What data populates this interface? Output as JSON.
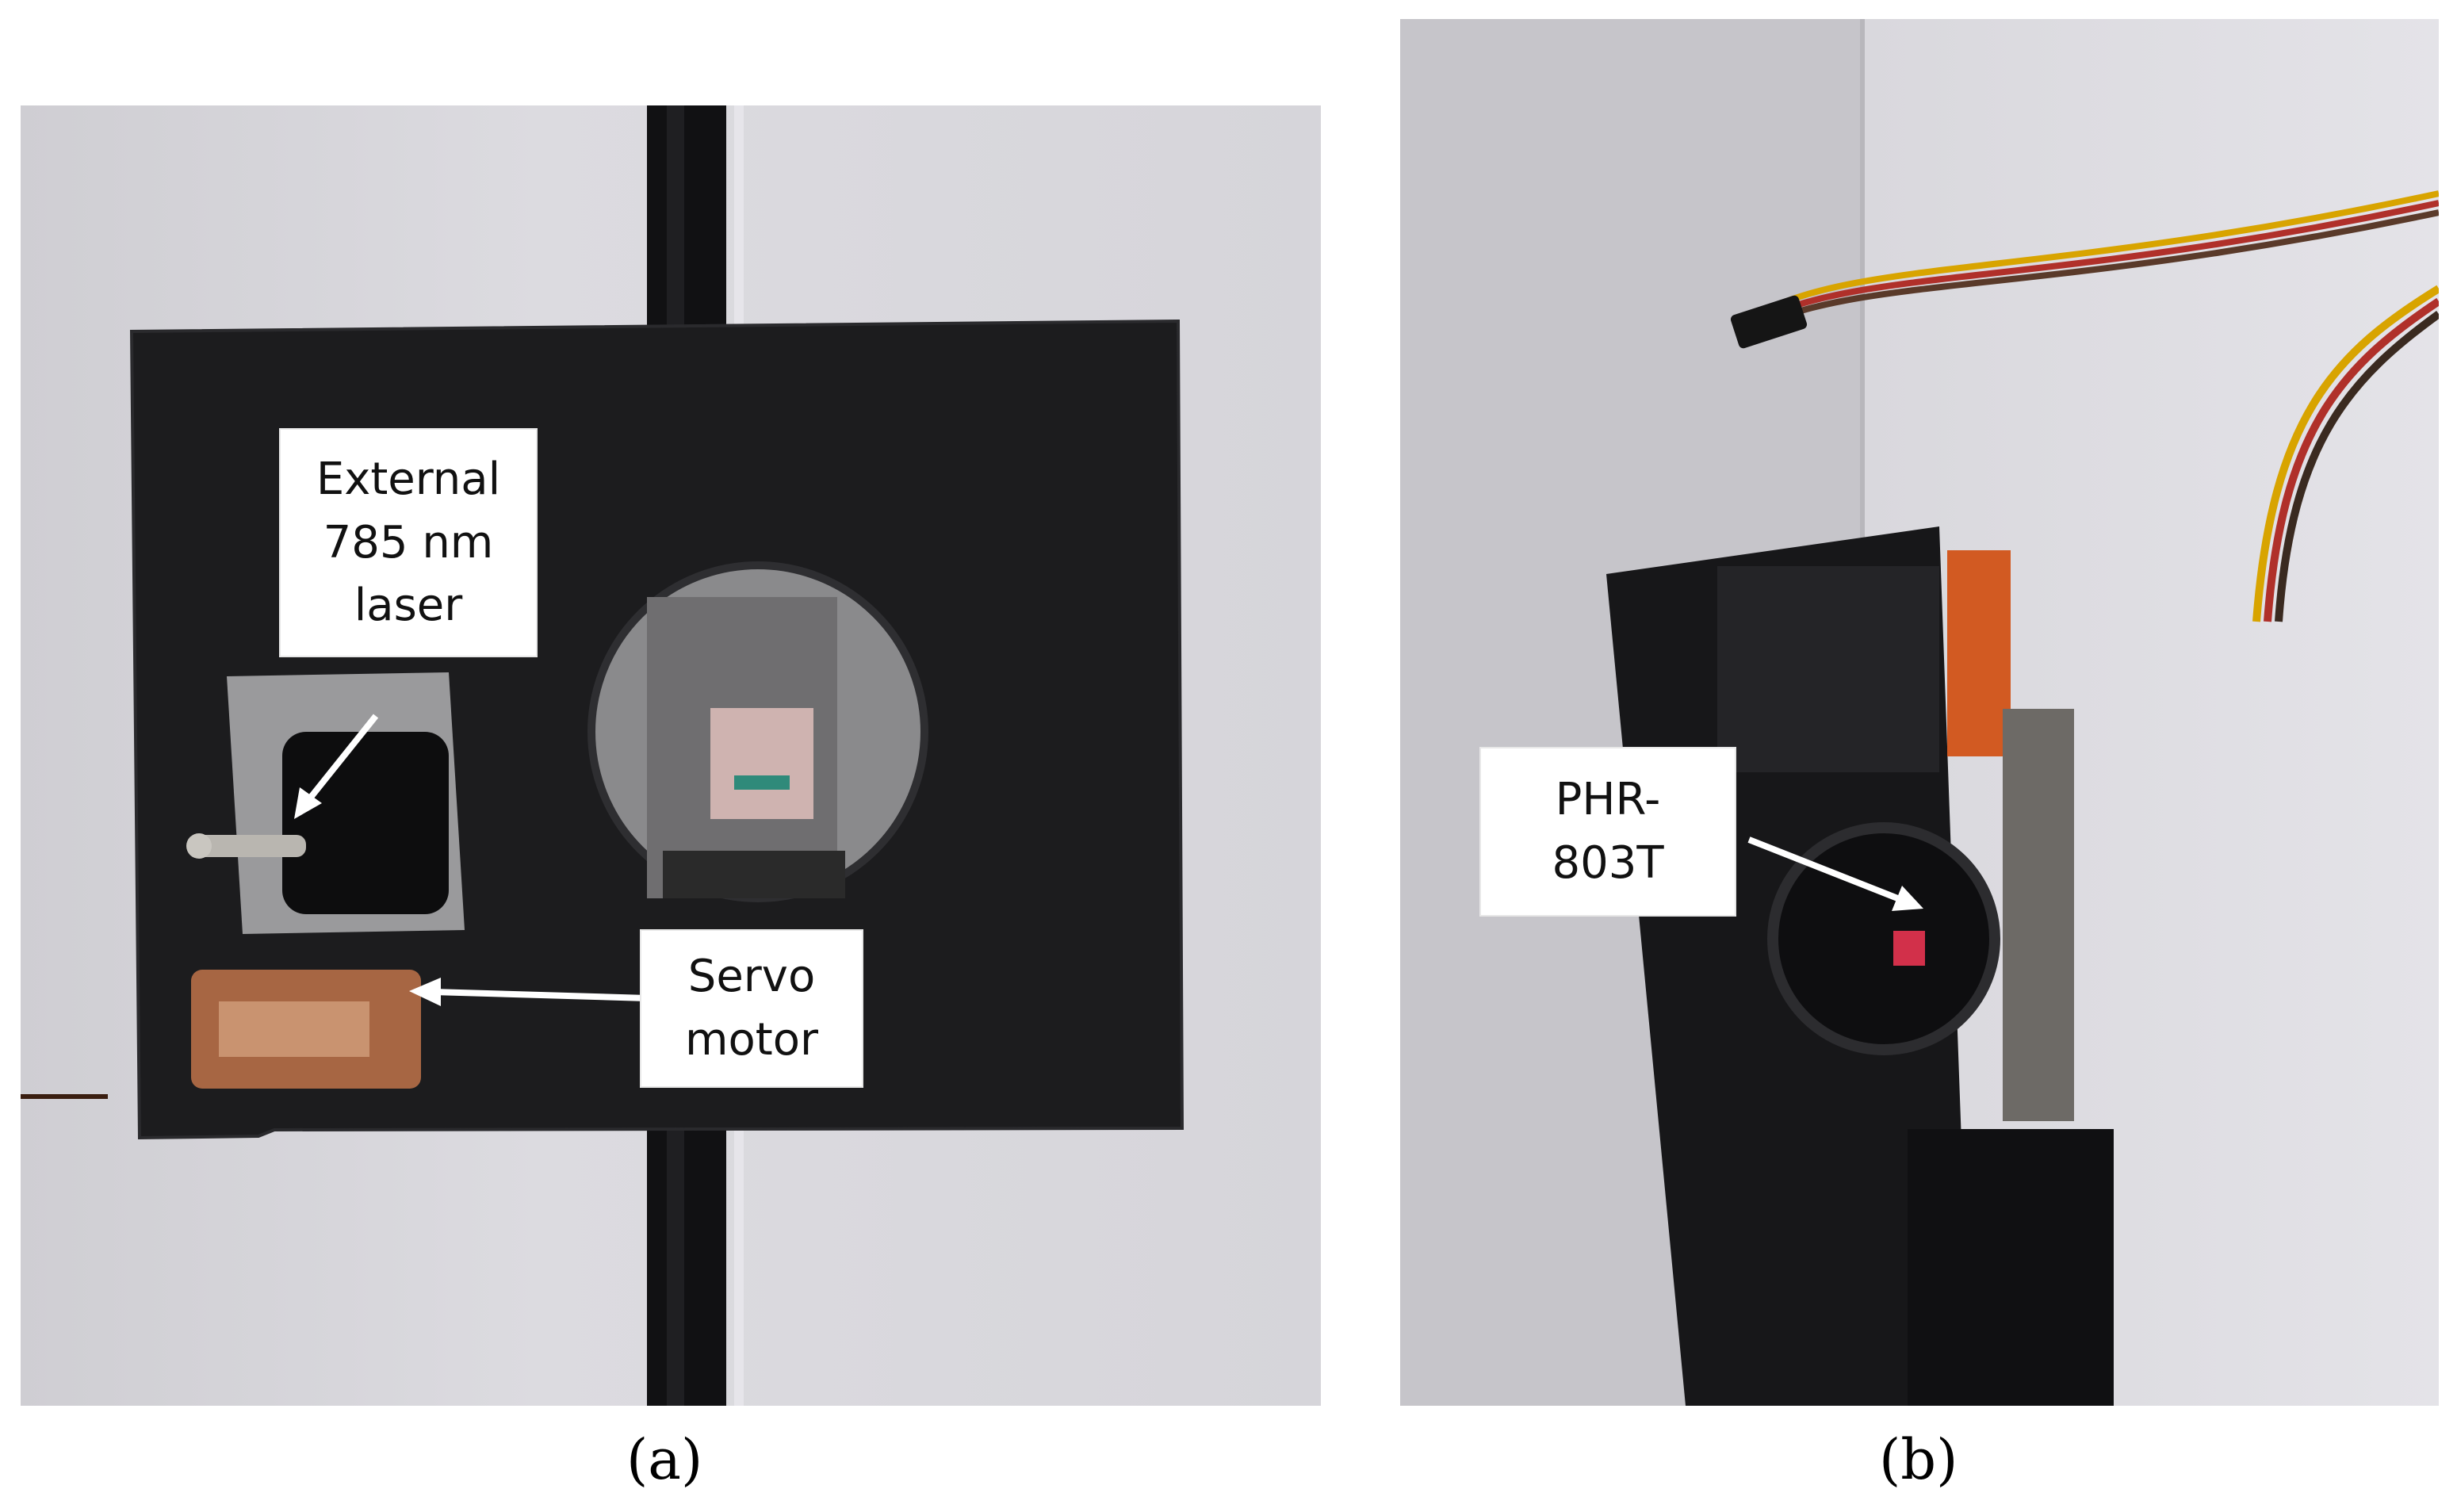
{
  "panels": [
    {
      "caption": "(a)",
      "labels": {
        "laser": "External\n785 nm\nlaser",
        "servo": "Servo\nmotor"
      }
    },
    {
      "caption": "(b)",
      "labels": {
        "photodiode": "PHR-\n803T"
      }
    }
  ],
  "colors": {
    "background": "#ffffff",
    "plate": "#1c1c1e",
    "wall": "#d8d7dc",
    "label_box": "#ffffff"
  }
}
